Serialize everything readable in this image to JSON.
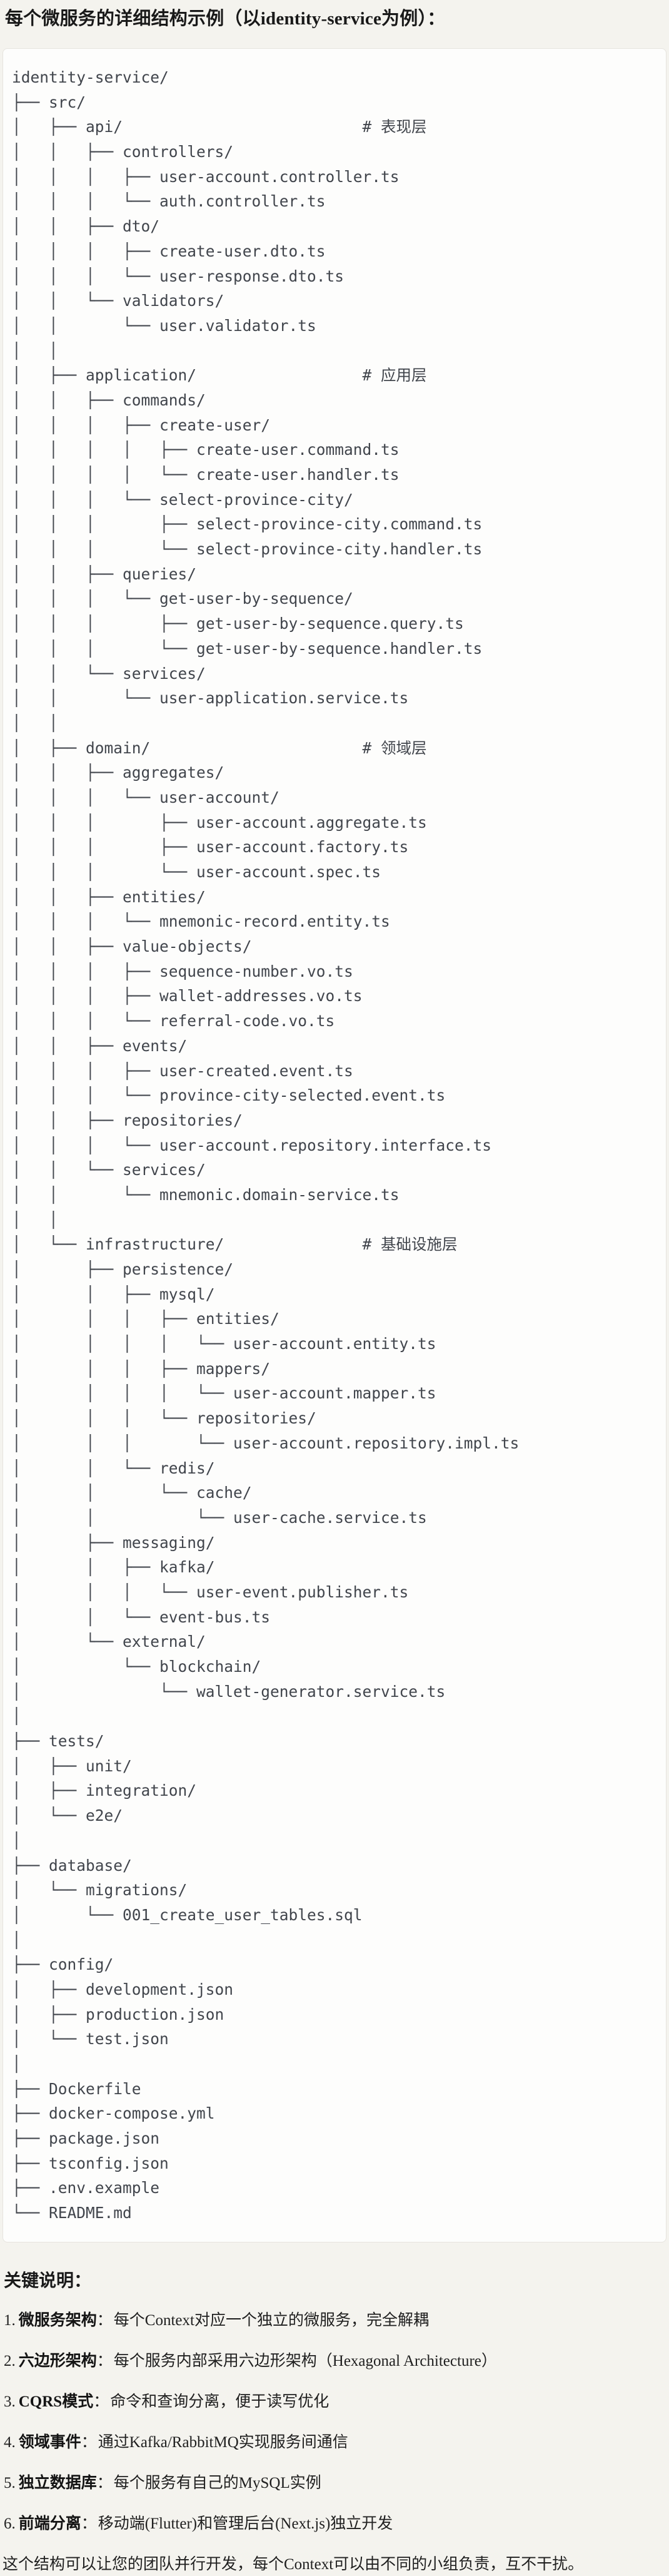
{
  "page": {
    "title": "每个微服务的详细结构示例（以identity-service为例）："
  },
  "code_block": {
    "language": "plaintext",
    "lines": [
      "identity-service/",
      "├── src/",
      "│   ├── api/                          # 表现层",
      "│   │   ├── controllers/",
      "│   │   │   ├── user-account.controller.ts",
      "│   │   │   └── auth.controller.ts",
      "│   │   ├── dto/",
      "│   │   │   ├── create-user.dto.ts",
      "│   │   │   └── user-response.dto.ts",
      "│   │   └── validators/",
      "│   │       └── user.validator.ts",
      "│   │",
      "│   ├── application/                  # 应用层",
      "│   │   ├── commands/",
      "│   │   │   ├── create-user/",
      "│   │   │   │   ├── create-user.command.ts",
      "│   │   │   │   └── create-user.handler.ts",
      "│   │   │   └── select-province-city/",
      "│   │   │       ├── select-province-city.command.ts",
      "│   │   │       └── select-province-city.handler.ts",
      "│   │   ├── queries/",
      "│   │   │   └── get-user-by-sequence/",
      "│   │   │       ├── get-user-by-sequence.query.ts",
      "│   │   │       └── get-user-by-sequence.handler.ts",
      "│   │   └── services/",
      "│   │       └── user-application.service.ts",
      "│   │",
      "│   ├── domain/                       # 领域层",
      "│   │   ├── aggregates/",
      "│   │   │   └── user-account/",
      "│   │   │       ├── user-account.aggregate.ts",
      "│   │   │       ├── user-account.factory.ts",
      "│   │   │       └── user-account.spec.ts",
      "│   │   ├── entities/",
      "│   │   │   └── mnemonic-record.entity.ts",
      "│   │   ├── value-objects/",
      "│   │   │   ├── sequence-number.vo.ts",
      "│   │   │   ├── wallet-addresses.vo.ts",
      "│   │   │   └── referral-code.vo.ts",
      "│   │   ├── events/",
      "│   │   │   ├── user-created.event.ts",
      "│   │   │   └── province-city-selected.event.ts",
      "│   │   ├── repositories/",
      "│   │   │   └── user-account.repository.interface.ts",
      "│   │   └── services/",
      "│   │       └── mnemonic.domain-service.ts",
      "│   │",
      "│   └── infrastructure/               # 基础设施层",
      "│       ├── persistence/",
      "│       │   ├── mysql/",
      "│       │   │   ├── entities/",
      "│       │   │   │   └── user-account.entity.ts",
      "│       │   │   ├── mappers/",
      "│       │   │   │   └── user-account.mapper.ts",
      "│       │   │   └── repositories/",
      "│       │   │       └── user-account.repository.impl.ts",
      "│       │   └── redis/",
      "│       │       └── cache/",
      "│       │           └── user-cache.service.ts",
      "│       ├── messaging/",
      "│       │   ├── kafka/",
      "│       │   │   └── user-event.publisher.ts",
      "│       │   └── event-bus.ts",
      "│       └── external/",
      "│           └── blockchain/",
      "│               └── wallet-generator.service.ts",
      "│",
      "├── tests/",
      "│   ├── unit/",
      "│   ├── integration/",
      "│   └── e2e/",
      "│",
      "├── database/",
      "│   └── migrations/",
      "│       └── 001_create_user_tables.sql",
      "│",
      "├── config/",
      "│   ├── development.json",
      "│   ├── production.json",
      "│   └── test.json",
      "│",
      "├── Dockerfile",
      "├── docker-compose.yml",
      "├── package.json",
      "├── tsconfig.json",
      "├── .env.example",
      "└── README.md"
    ]
  },
  "notes": {
    "heading": "关键说明：",
    "colon": "：",
    "items": [
      {
        "num": "1.",
        "term": "微服务架构",
        "desc": "每个Context对应一个独立的微服务，完全解耦"
      },
      {
        "num": "2.",
        "term": "六边形架构",
        "desc": "每个服务内部采用六边形架构（Hexagonal Architecture）"
      },
      {
        "num": "3.",
        "term": "CQRS模式",
        "desc": "命令和查询分离，便于读写优化"
      },
      {
        "num": "4.",
        "term": "领域事件",
        "desc": "通过Kafka/RabbitMQ实现服务间通信"
      },
      {
        "num": "5.",
        "term": "独立数据库",
        "desc": "每个服务有自己的MySQL实例"
      },
      {
        "num": "6.",
        "term": "前端分离",
        "desc": "移动端(Flutter)和管理后台(Next.js)独立开发"
      }
    ],
    "footer": "这个结构可以让您的团队并行开发，每个Context可以由不同的小组负责，互不干扰。"
  },
  "colors": {
    "page_bg": "#f4f3ee",
    "code_bg": "#fdfdfc",
    "code_border": "#e6e4de",
    "tree_text": "#41454c",
    "heading_text": "#191919",
    "body_text": "#1f1f1f"
  }
}
